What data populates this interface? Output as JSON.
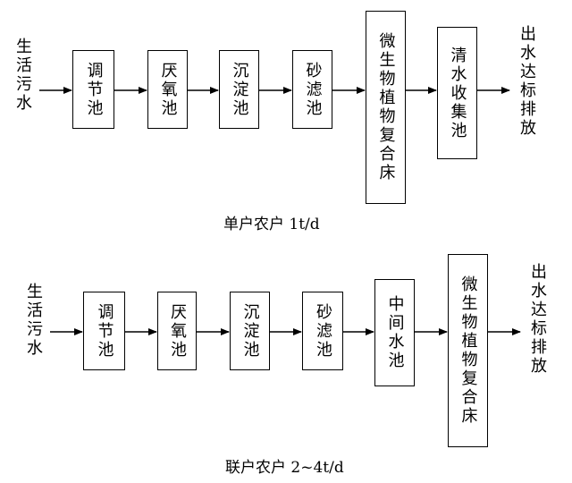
{
  "single": {
    "input": "生活污水",
    "stages": [
      "调节池",
      "厌氧池",
      "沉淀池",
      "砂滤池",
      "微生物植物复合床",
      "清水收集池"
    ],
    "output": "出水达标排放",
    "caption": "单户农户 1t/d"
  },
  "joint": {
    "input": "生活污水",
    "stages": [
      "调节池",
      "厌氧池",
      "沉淀池",
      "砂滤池",
      "中间水池",
      "微生物植物复合床"
    ],
    "output": "出水达标排放",
    "caption": "联户农户 2~4t/d"
  },
  "colors": {
    "line": "#000000",
    "box_border": "#000000",
    "background": "#ffffff"
  }
}
